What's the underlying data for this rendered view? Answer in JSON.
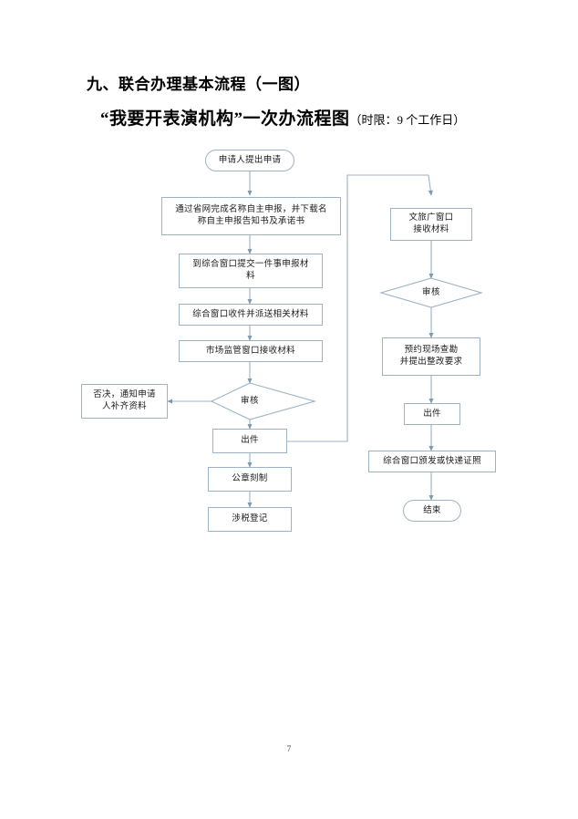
{
  "document": {
    "heading_1": "九、联合办理基本流程（一图）",
    "heading_2_main": "“我要开表演机构”一次办流程图",
    "heading_2_suffix": "（时限：9 个工作日）",
    "page_number": "7"
  },
  "theme": {
    "line_color": "#9db2c4",
    "node_border": "#9db2c4",
    "node_fill": "#ffffff",
    "text_color": "#1a1a1a",
    "page_background": "#ffffff"
  },
  "flowchart": {
    "title": "“我要开表演机构”一次办流程图",
    "nodes": {
      "start": {
        "label": "申请人提出申请",
        "shape": "rounded-rectangle"
      },
      "name_declare": {
        "label": "通过省网完成名称自主申报，并下载名\n称自主申报告知书及承诺书",
        "shape": "rectangle"
      },
      "submit_window": {
        "label": "到综合窗口提交一件事申报材\n料",
        "shape": "rectangle"
      },
      "receive_dispatch": {
        "label": "综合窗口收件并派送相关材料",
        "shape": "rectangle"
      },
      "market_window": {
        "label": "市场监管窗口接收材料",
        "shape": "rectangle"
      },
      "review_left": {
        "label": "审核",
        "shape": "diamond"
      },
      "reject": {
        "label": "否决，通知申请\n人补齐资料",
        "shape": "rectangle"
      },
      "issue_left": {
        "label": "出件",
        "shape": "rectangle"
      },
      "seal_making": {
        "label": "公章刻制",
        "shape": "rectangle"
      },
      "tax_registration": {
        "label": "涉税登记",
        "shape": "rectangle"
      },
      "culture_window": {
        "label": "文旅广窗口\n接收材料",
        "shape": "rectangle"
      },
      "review_right": {
        "label": "审核",
        "shape": "diamond"
      },
      "site_survey": {
        "label": "预约现场查勘\n并提出整改要求",
        "shape": "rectangle"
      },
      "issue_right": {
        "label": "出件",
        "shape": "rectangle"
      },
      "license_delivery": {
        "label": "综合窗口颁发或快递证照",
        "shape": "rectangle"
      },
      "end": {
        "label": "结束",
        "shape": "rounded-rectangle"
      }
    },
    "edges": [
      {
        "from": "start",
        "to": "name_declare"
      },
      {
        "from": "name_declare",
        "to": "submit_window"
      },
      {
        "from": "submit_window",
        "to": "receive_dispatch"
      },
      {
        "from": "receive_dispatch",
        "to": "market_window"
      },
      {
        "from": "market_window",
        "to": "review_left"
      },
      {
        "from": "review_left",
        "to": "reject"
      },
      {
        "from": "review_left",
        "to": "issue_left"
      },
      {
        "from": "issue_left",
        "to": "culture_window"
      },
      {
        "from": "issue_left",
        "to": "seal_making"
      },
      {
        "from": "seal_making",
        "to": "tax_registration"
      },
      {
        "from": "culture_window",
        "to": "review_right"
      },
      {
        "from": "review_right",
        "to": "site_survey"
      },
      {
        "from": "site_survey",
        "to": "issue_right"
      },
      {
        "from": "issue_right",
        "to": "license_delivery"
      },
      {
        "from": "license_delivery",
        "to": "end"
      }
    ]
  }
}
